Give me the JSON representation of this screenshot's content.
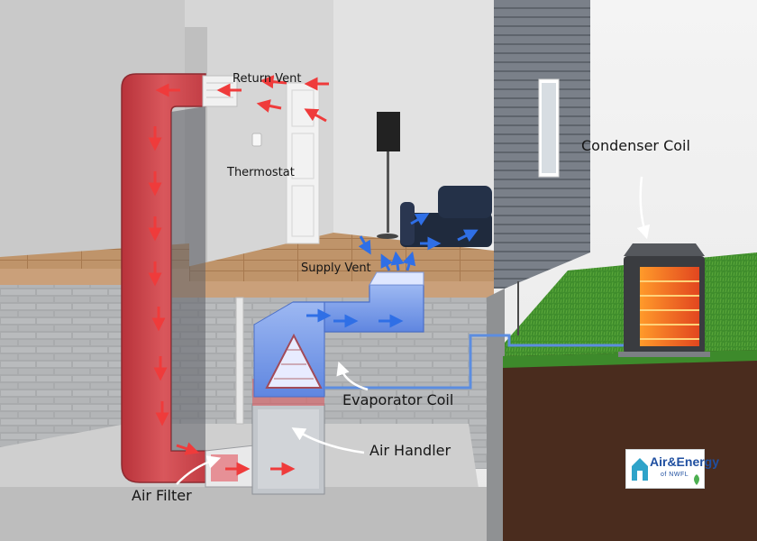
{
  "labels": {
    "return_vent": "Return Vent",
    "thermostat": "Thermostat",
    "supply_vent": "Supply Vent",
    "condenser_coil": "Condenser Coil",
    "evaporator_coil": "Evaporator Coil",
    "air_handler": "Air Handler",
    "air_filter": "Air Filter"
  },
  "logo": {
    "name": "Air&Energy",
    "subtitle": "of NWFL"
  },
  "colors": {
    "warm_air": "#e0383a",
    "cool_air": "#2f6fe6",
    "grass": "#3c8a2a",
    "soil": "#4a2c1e",
    "wall": "#bdbdbd",
    "brick": "#a7a9ab"
  }
}
